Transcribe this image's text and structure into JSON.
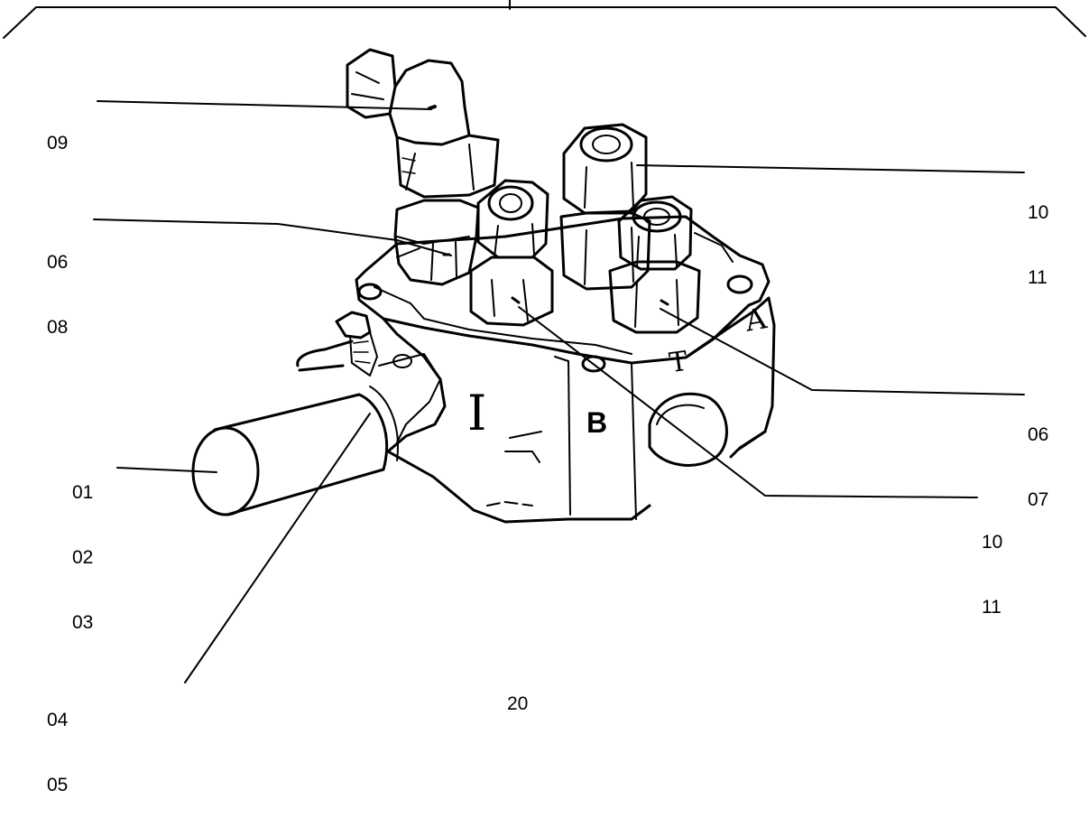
{
  "callouts": [
    {
      "id": "c09",
      "lines": [
        "09"
      ]
    },
    {
      "id": "c1011a",
      "lines": [
        "10",
        "11"
      ]
    },
    {
      "id": "c0608",
      "lines": [
        "06",
        "08"
      ]
    },
    {
      "id": "c0607",
      "lines": [
        "06",
        "07"
      ]
    },
    {
      "id": "c010203",
      "lines": [
        "01",
        "02",
        "03"
      ]
    },
    {
      "id": "c1011b",
      "lines": [
        "10",
        "11"
      ]
    },
    {
      "id": "c0405",
      "lines": [
        "04",
        "05"
      ]
    }
  ],
  "port_marks": {
    "i": "I",
    "b": "B",
    "t": "T",
    "a": "A"
  },
  "page_number": "20",
  "colors": {
    "ink": "#000000",
    "paper": "#ffffff"
  }
}
